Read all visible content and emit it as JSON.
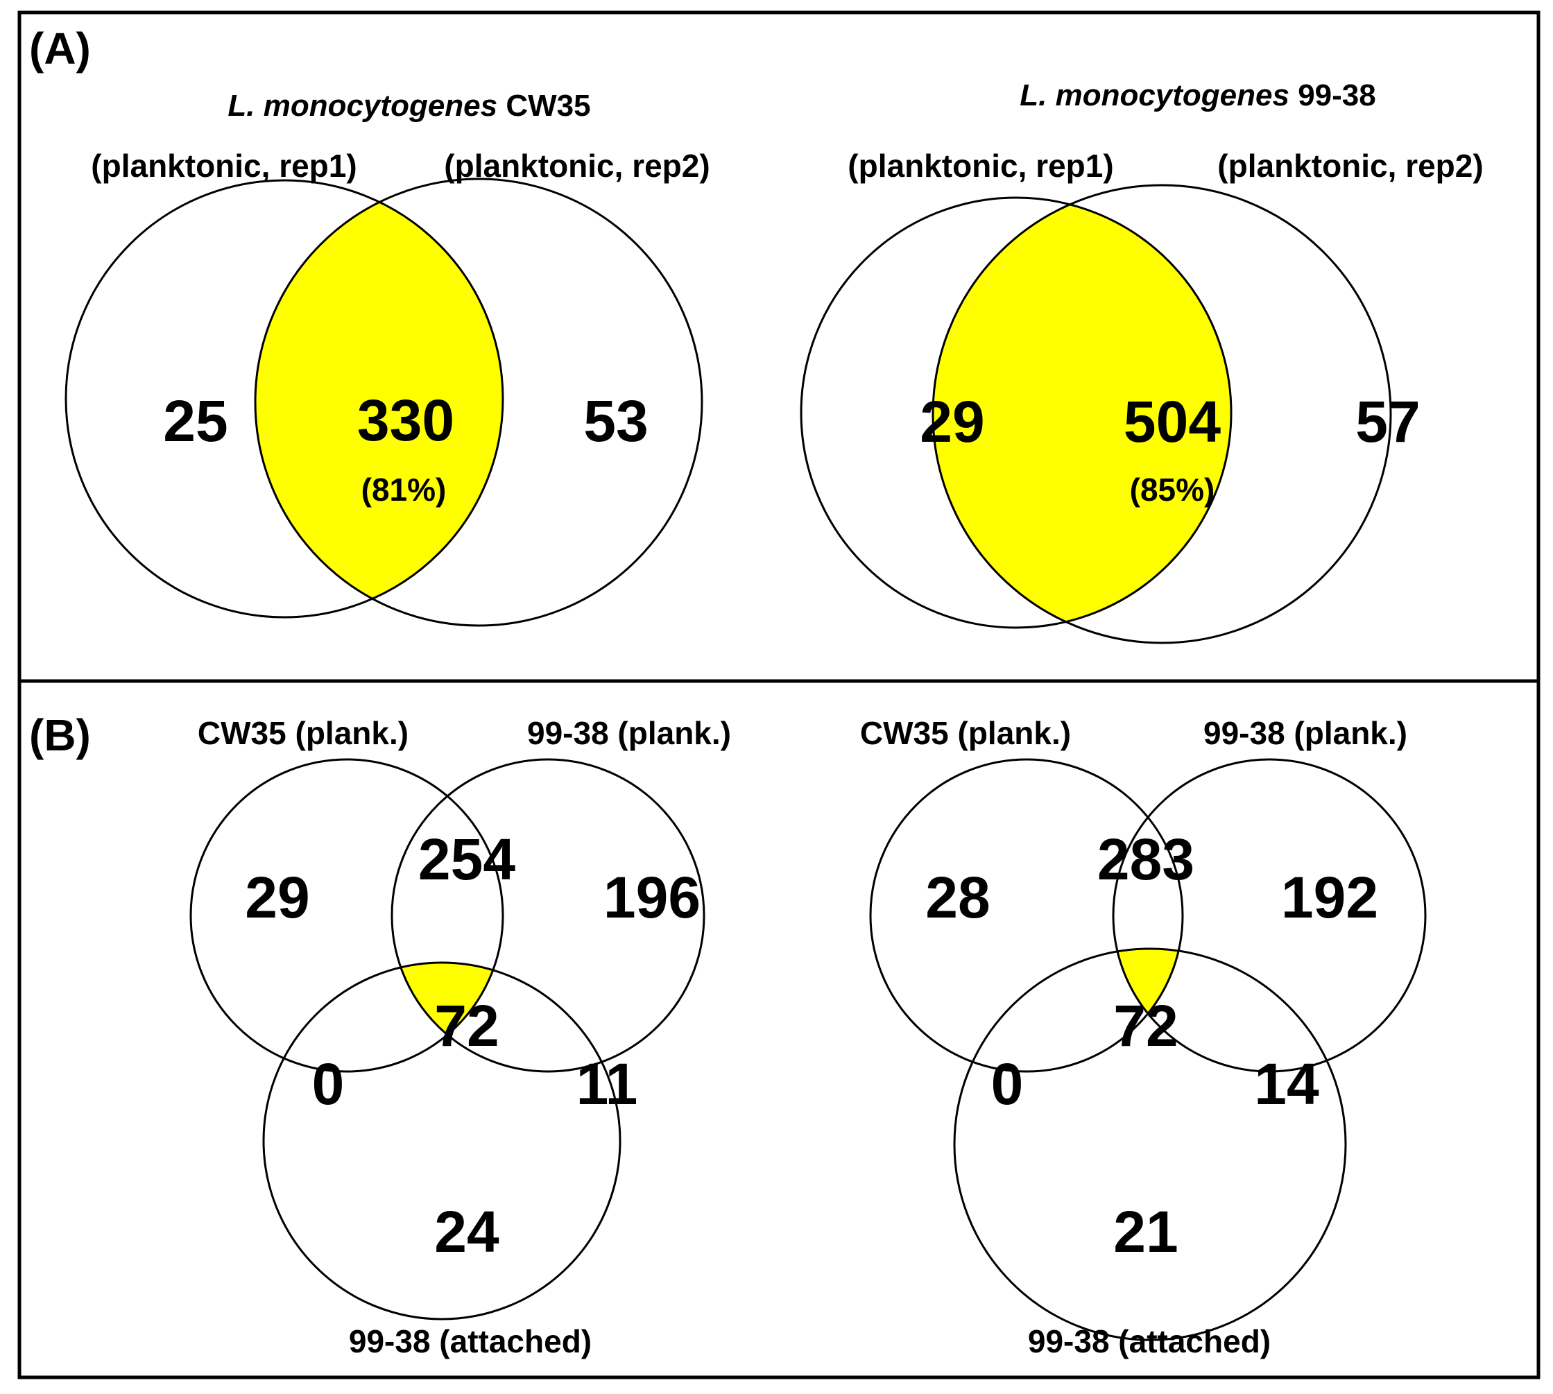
{
  "colors": {
    "highlight": "#ffff00",
    "line": "#000000",
    "background": "#ffffff"
  },
  "panelA": {
    "letter": "(A)",
    "venns": [
      {
        "title_italic": "L. monocytogenes",
        "title_rest": " CW35",
        "left_label": "(planktonic, rep1)",
        "right_label": "(planktonic, rep2)",
        "left_only": "25",
        "shared": "330",
        "shared_pct": "(81%)",
        "right_only": "53"
      },
      {
        "title_italic": "L. monocytogenes",
        "title_rest": " 99-38",
        "left_label": "(planktonic, rep1)",
        "right_label": "(planktonic, rep2)",
        "left_only": "29",
        "shared": "504",
        "shared_pct": "(85%)",
        "right_only": "57"
      }
    ]
  },
  "panelB": {
    "letter": "(B)",
    "venns": [
      {
        "set_a": "CW35 (plank.)",
        "set_b": "99-38 (plank.)",
        "set_c": "99-38 (attached)",
        "a_only": "29",
        "ab": "254",
        "b_only": "196",
        "abc": "72",
        "ac": "0",
        "bc": "11",
        "c_only": "24"
      },
      {
        "set_a": "CW35 (plank.)",
        "set_b": "99-38 (plank.)",
        "set_c": "99-38 (attached)",
        "a_only": "28",
        "ab": "283",
        "b_only": "192",
        "abc": "72",
        "ac": "0",
        "bc": "14",
        "c_only": "21"
      }
    ]
  }
}
